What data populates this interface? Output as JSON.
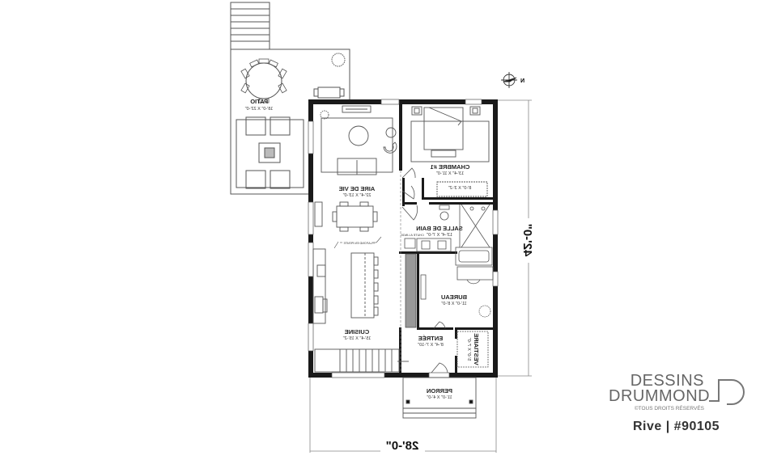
{
  "plan": {
    "orientation": "mirrored-horizontally",
    "north_label": "N",
    "dimensions": {
      "width": "28'-0\"",
      "depth": "42'-0\""
    },
    "rooms": [
      {
        "id": "patio",
        "name": "PATIO",
        "size": "18'-0\" X 22'-0\""
      },
      {
        "id": "aire-de-vie",
        "name": "AIRE DE VIE",
        "size": "22'-4\" X 13'-0\""
      },
      {
        "id": "chambre-1",
        "name": "CHAMBRE #1",
        "size": "13'-4\" X 11'-0\""
      },
      {
        "id": "walk-in",
        "name": "",
        "size": "8'-0\" X 3'-2\""
      },
      {
        "id": "salle-de-bain",
        "name": "SALLE DE BAIN",
        "size": "13'-4\" X 7'-0\""
      },
      {
        "id": "chute",
        "name": "CHUTE A LINGE",
        "size": ""
      },
      {
        "id": "cuisine",
        "name": "CUISINE",
        "size": "15'-4\" X 15'-2\""
      },
      {
        "id": "bureau",
        "name": "BUREAU",
        "size": "11'-0\" X 8'-0\""
      },
      {
        "id": "entree",
        "name": "ENTRÉE",
        "size": "8'-4\" X 7'-10\""
      },
      {
        "id": "vestiaire",
        "name": "VESTIAIRE",
        "size": "5'-0\" X 7'-0\""
      },
      {
        "id": "perron",
        "name": "PERRON",
        "size": "11'-0\" X 4'-0\""
      }
    ],
    "annotations": {
      "ceiling_note": "PLAFOND EN PENTE"
    }
  },
  "branding": {
    "line1": "DESSINS",
    "line2": "DRUMMOND",
    "copyright": "©TOUS DROITS RÉSERVÉS",
    "model": "Rive | #90105"
  },
  "colors": {
    "wall": "#1a1a1a",
    "line": "#555555",
    "logo_gray": "#666666"
  }
}
